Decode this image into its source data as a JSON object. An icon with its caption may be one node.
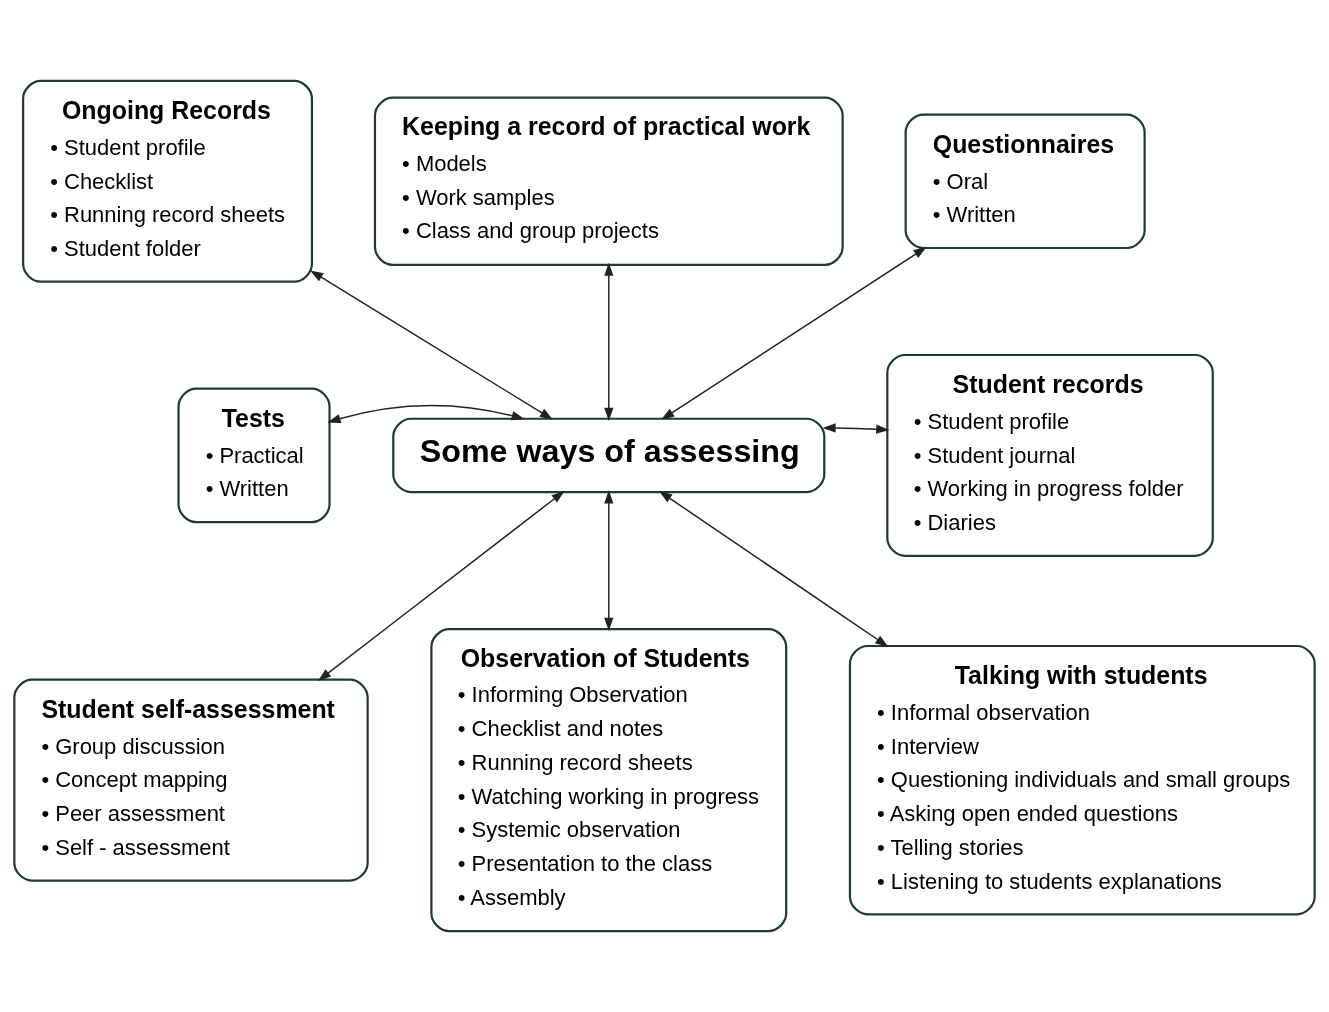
{
  "diagram": {
    "nodes": [
      {
        "text": [
          "Ongoing Records",
          "• Student profile",
          "• Checklist",
          "• Running record sheets",
          "• Student folder"
        ]
      },
      {
        "text": [
          "Keeping a record of practical work",
          "• Models",
          "• Work samples",
          "• Class and group projects"
        ]
      },
      {
        "text": [
          "Questionnaires",
          "• Oral",
          "• Written"
        ]
      },
      {
        "text": [
          "Tests",
          "• Practical",
          "• Written"
        ]
      },
      {
        "text": [
          "Some ways of assessing"
        ]
      },
      {
        "text": [
          "Student records",
          "• Student profile",
          "• Student journal",
          "• Working in progress folder",
          "• Diaries"
        ]
      },
      {
        "text": [
          "Student self-assessment",
          "• Group discussion",
          "• Concept mapping",
          "• Peer assessment",
          "• Self - assessment"
        ]
      },
      {
        "text": [
          "Observation of Students",
          "• Informing Observation",
          "• Checklist and notes",
          "• Running record sheets",
          "• Watching working in progress",
          "• Systemic observation",
          "• Presentation to the class",
          "• Assembly"
        ]
      },
      {
        "text": [
          "Talking with students",
          "• Informal observation",
          "• Interview",
          "• Questioning individuals and small groups",
          "• Asking open ended questions",
          "• Telling stories",
          "• Listening to students explanations"
        ]
      }
    ],
    "edges": [
      {
        "from": 0,
        "to": 4,
        "arrow": "both"
      },
      {
        "from": 1,
        "to": 4,
        "arrow": "both"
      },
      {
        "from": 2,
        "to": 4,
        "arrow": "both"
      },
      {
        "from": 3,
        "to": 4,
        "arrow": "both"
      },
      {
        "from": 4,
        "to": 5,
        "arrow": "both"
      },
      {
        "from": 4,
        "to": 6,
        "arrow": "both"
      },
      {
        "from": 4,
        "to": 7,
        "arrow": "both"
      },
      {
        "from": 4,
        "to": 8,
        "arrow": "both"
      }
    ]
  }
}
